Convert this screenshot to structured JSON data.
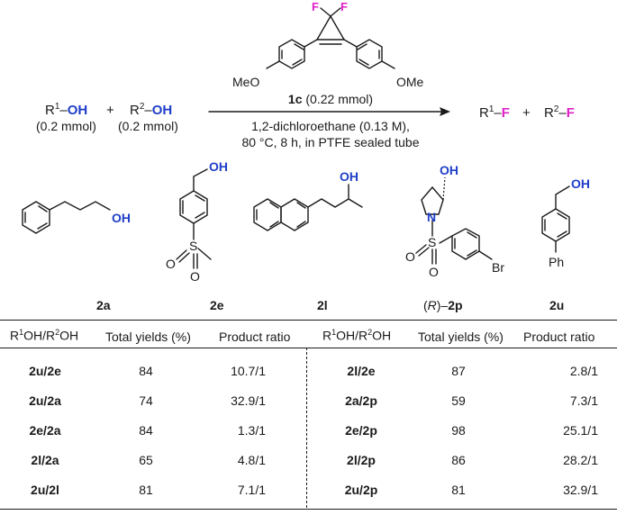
{
  "reaction": {
    "reagent": {
      "F_left": "F",
      "F_right": "F",
      "sub_left": "MeO",
      "sub_right": "OMe",
      "label": "1c",
      "amount": "(0.22 mmol)"
    },
    "reactant1": {
      "r": "R",
      "sup": "1",
      "dash": "–",
      "oh": "OH",
      "amount": "(0.2 mmol)"
    },
    "plus": "+",
    "reactant2": {
      "r": "R",
      "sup": "2",
      "dash": "–",
      "oh": "OH",
      "amount": "(0.2 mmol)"
    },
    "conditions": [
      "1,2-dichloroethane (0.13 M),",
      "80 °C, 8 h, in PTFE sealed tube"
    ],
    "product1": {
      "r": "R",
      "sup": "1",
      "dash": "–",
      "f": "F"
    },
    "product2": {
      "r": "R",
      "sup": "2",
      "dash": "–",
      "f": "F"
    }
  },
  "substrates": [
    {
      "id": "2a",
      "oh": "OH"
    },
    {
      "id": "2e",
      "oh": "OH",
      "s": "S",
      "o1": "O",
      "o2": "O"
    },
    {
      "id": "2l",
      "oh": "OH"
    },
    {
      "id_prefix": "(",
      "id_italic": "R",
      "id_suffix": ")–",
      "id_bold": "2p",
      "oh": "OH",
      "n": "N",
      "s": "S",
      "o1": "O",
      "o2": "O",
      "br": "Br"
    },
    {
      "id": "2u",
      "oh": "OH",
      "ph": "Ph"
    }
  ],
  "table": {
    "headers_left": {
      "pair_r1": "R",
      "pair_s1": "1",
      "pair_mid": "OH/R",
      "pair_s2": "2",
      "pair_end": "OH",
      "yield": "Total yields (%)",
      "ratio": "Product ratio"
    },
    "headers_right": {
      "pair_r1": "R",
      "pair_s1": "1",
      "pair_mid": "OH/R",
      "pair_s2": "2",
      "pair_end": "OH",
      "yield": "Total yields (%)",
      "ratio": "Product ratio"
    },
    "rows": [
      {
        "left": {
          "pair": "2u/2e",
          "yield": "84",
          "ratio": "10.7/1"
        },
        "right": {
          "pair": "2l/2e",
          "yield": "87",
          "ratio": "2.8/1"
        }
      },
      {
        "left": {
          "pair": "2u/2a",
          "yield": "74",
          "ratio": "32.9/1"
        },
        "right": {
          "pair": "2a/2p",
          "yield": "59",
          "ratio": "7.3/1"
        }
      },
      {
        "left": {
          "pair": "2e/2a",
          "yield": "84",
          "ratio": "1.3/1"
        },
        "right": {
          "pair": "2e/2p",
          "yield": "98",
          "ratio": "25.1/1"
        }
      },
      {
        "left": {
          "pair": "2l/2a",
          "yield": "65",
          "ratio": "4.8/1"
        },
        "right": {
          "pair": "2l/2p",
          "yield": "86",
          "ratio": "28.2/1"
        }
      },
      {
        "left": {
          "pair": "2u/2l",
          "yield": "81",
          "ratio": "7.1/1"
        },
        "right": {
          "pair": "2u/2p",
          "yield": "81",
          "ratio": "32.9/1"
        }
      }
    ]
  }
}
